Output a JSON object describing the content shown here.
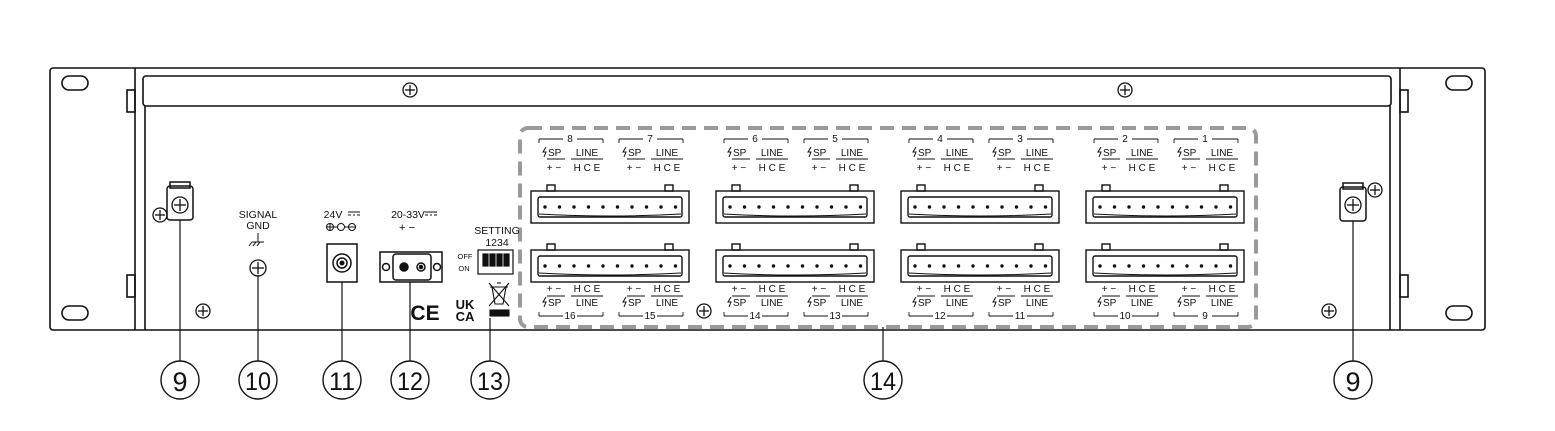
{
  "labels": {
    "signal_gnd_line1": "SIGNAL",
    "signal_gnd_line2": "GND",
    "dc_24v": "24V",
    "dc_20_33v": "20-33V",
    "polarity": "+  −",
    "setting": "SETTING",
    "setting_numbers": "1234",
    "off": "OFF",
    "on": "ON",
    "ce_mark": "CE",
    "ukca_line1": "UK",
    "ukca_line2": "CA",
    "sp": "SP",
    "line": "LINE",
    "pin_sp": "+  −",
    "pin_line": "H C E"
  },
  "channels": {
    "top": [
      "8",
      "7",
      "6",
      "5",
      "4",
      "3",
      "2",
      "1"
    ],
    "bottom": [
      "16",
      "15",
      "14",
      "13",
      "12",
      "11",
      "10",
      "9"
    ]
  },
  "callouts": [
    "9",
    "10",
    "11",
    "12",
    "13",
    "14",
    "9"
  ],
  "colors": {
    "stroke": "#111111",
    "dashed": "#9a9a9a",
    "panel": "#ffffff"
  }
}
